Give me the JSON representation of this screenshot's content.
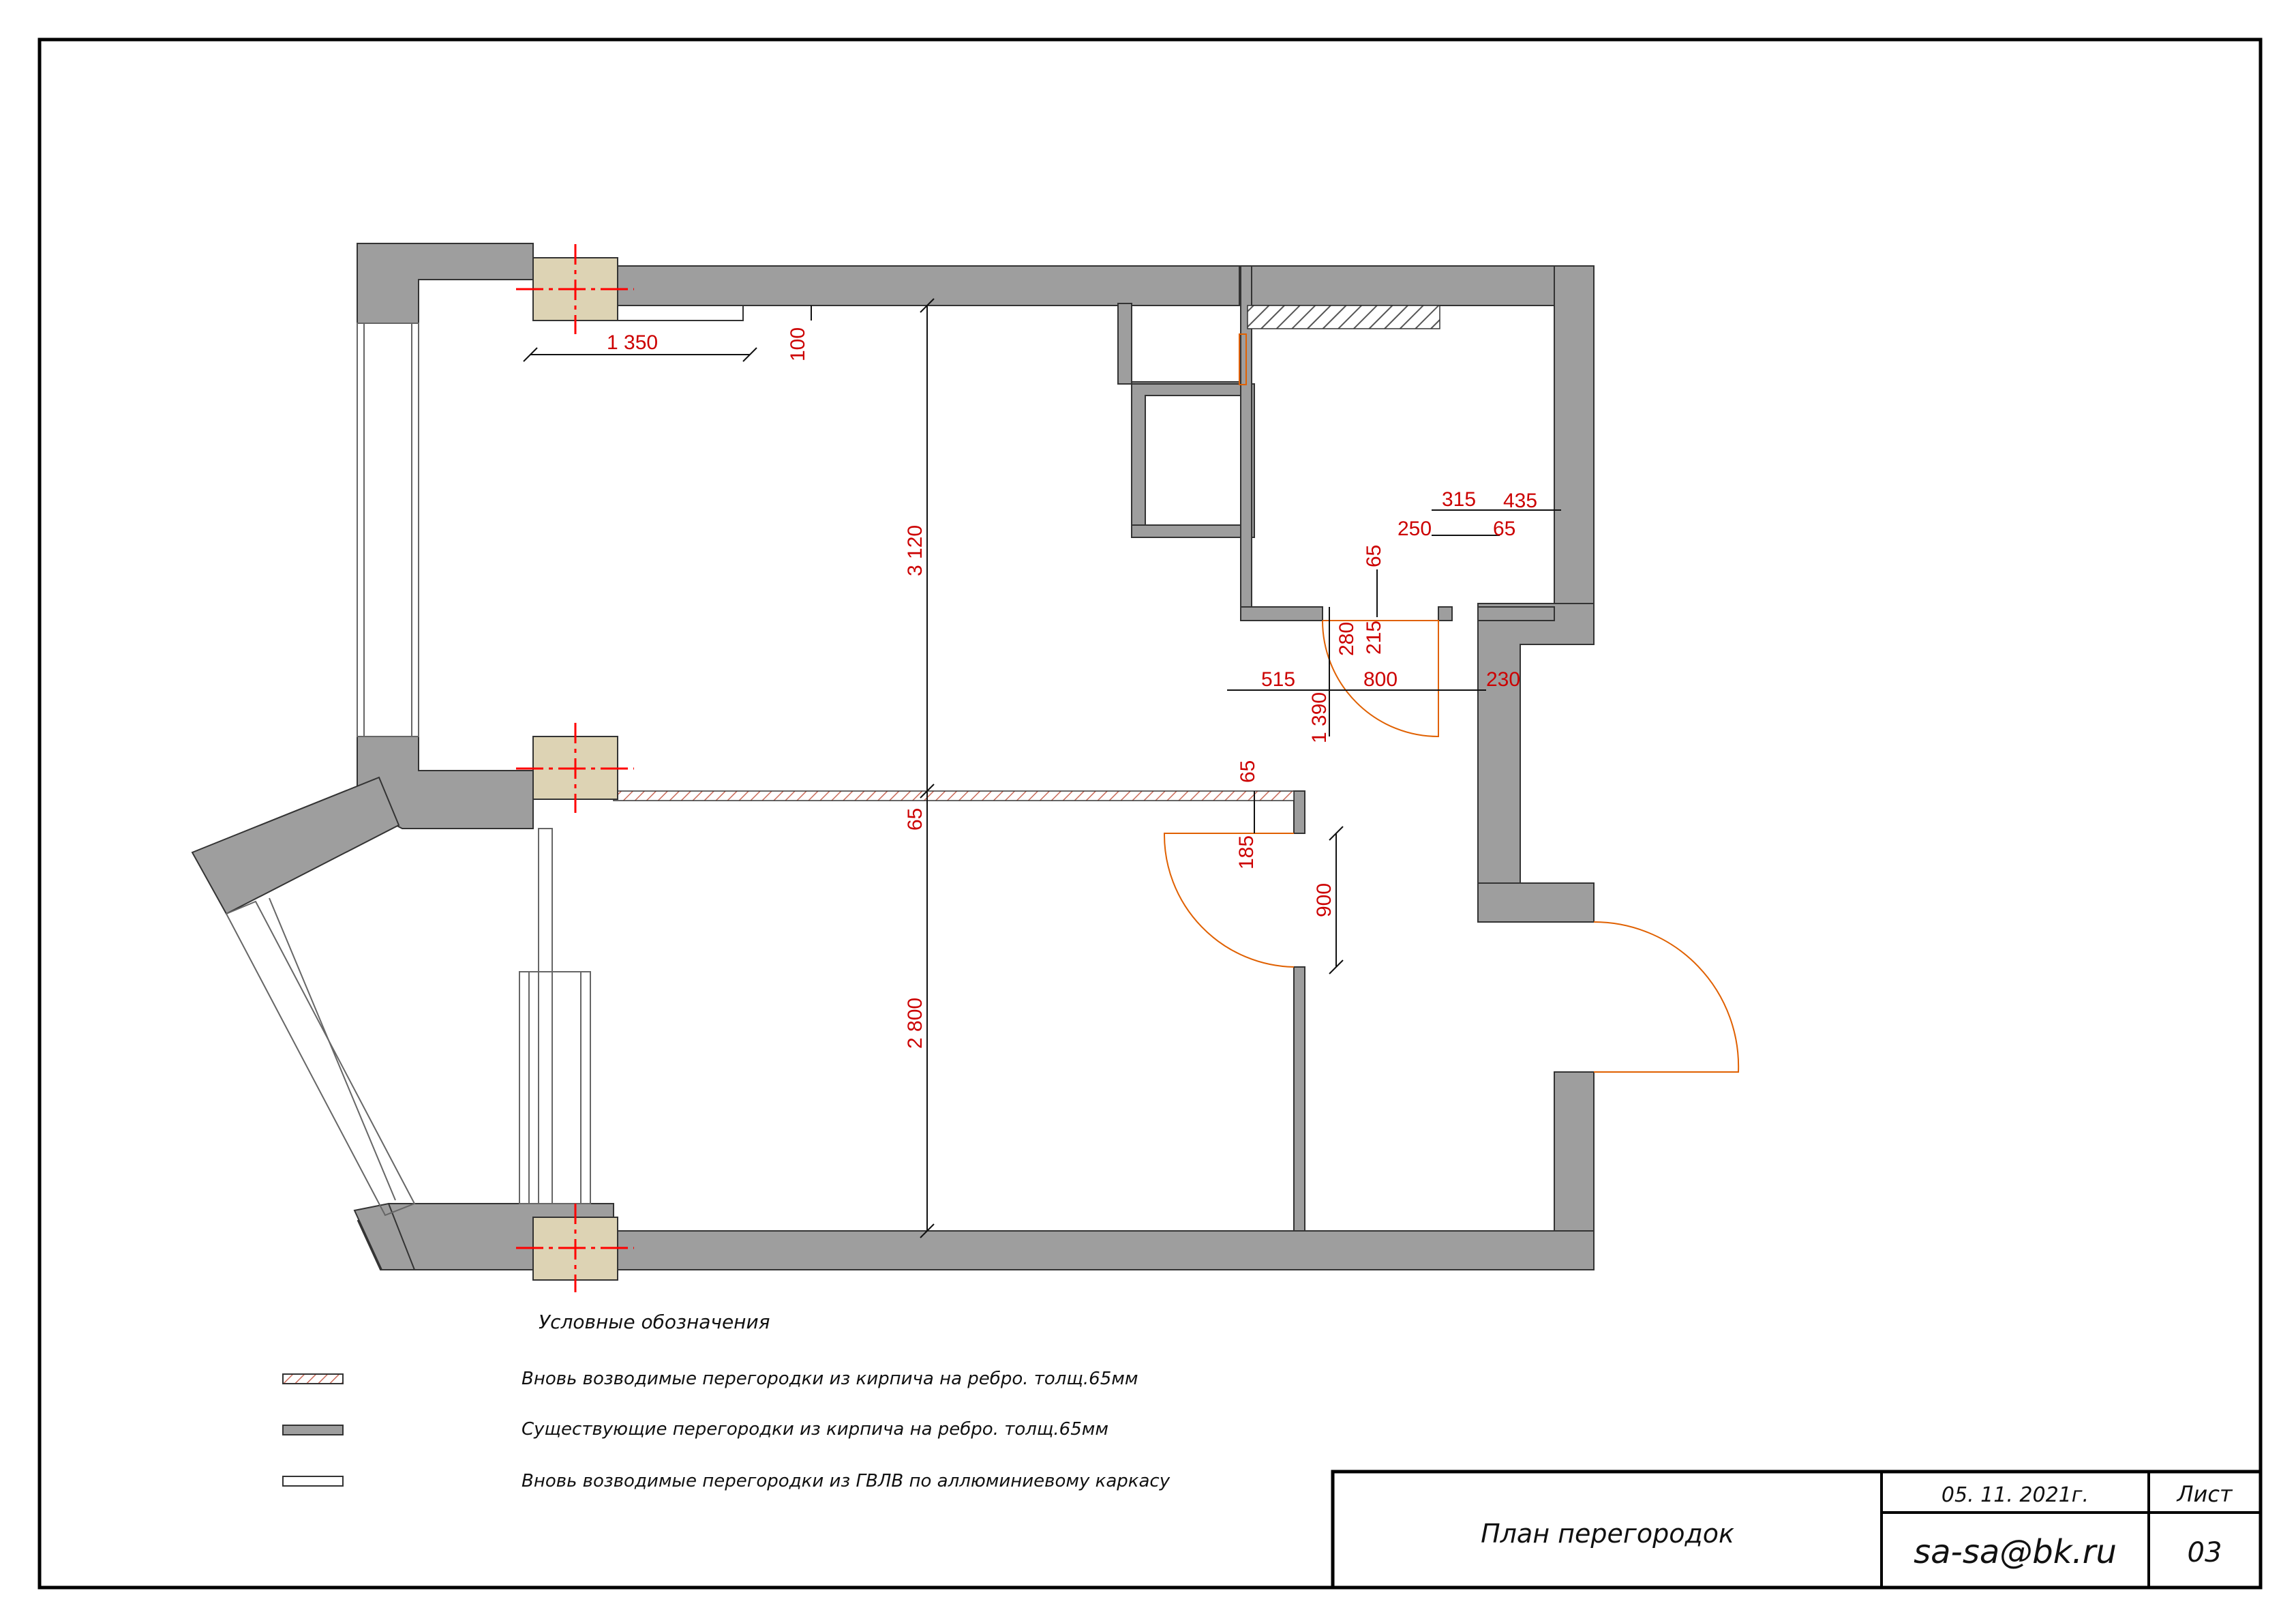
{
  "colors": {
    "existing_wall": "#9e9e9e",
    "new_brick": "#d9d9d9",
    "dimension": "#cc0000",
    "door": "#e06000",
    "column_fill": "#ddd3b4",
    "column_axis": "#ff0000"
  },
  "dimensions": {
    "d1350": "1 350",
    "d100": "100",
    "d3120": "3 120",
    "d65_mid": "65",
    "d2800": "2 800",
    "d315": "315",
    "d435": "435",
    "d250": "250",
    "d65_r": "65",
    "d65_top": "65",
    "d280": "280",
    "d215": "215",
    "d515": "515",
    "d800": "800",
    "d230": "230",
    "d1390": "1 390",
    "d65_door": "65",
    "d185": "185",
    "d900": "900"
  },
  "legend": {
    "title": "Условные обозначения",
    "items": [
      {
        "text": "Вновь возводимые перегородки из кирпича на ребро. толщ.65мм"
      },
      {
        "text": "Существующие перегородки из кирпича на ребро. толщ.65мм"
      },
      {
        "text": "Вновь возводимые перегородки из ГВЛВ по аллюминиевому каркасу"
      }
    ]
  },
  "title_block": {
    "title": "План перегородок",
    "date": "05. 11. 2021г.",
    "email": "sa-sa@bk.ru",
    "sheet_label": "Лист",
    "sheet_number": "03"
  }
}
